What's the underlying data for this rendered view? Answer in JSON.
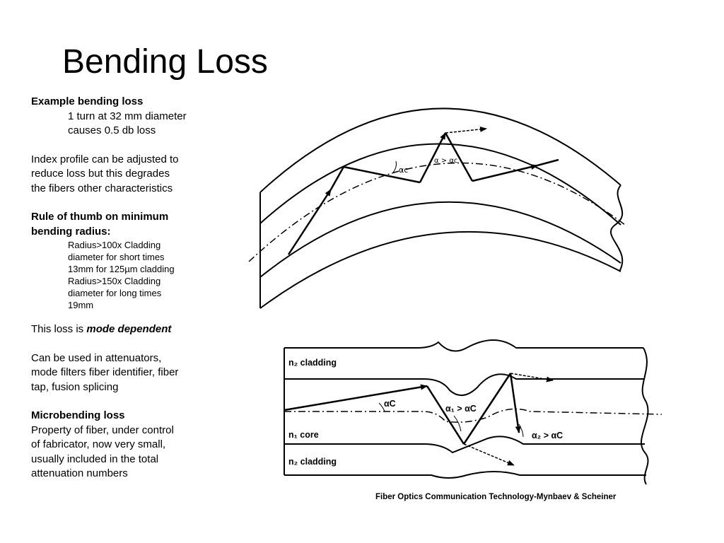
{
  "title": "Bending Loss",
  "example": {
    "heading": "Example bending loss",
    "line1": "1 turn at 32 mm diameter",
    "line2": "causes 0.5 db loss"
  },
  "index_profile": [
    "Index profile can be adjusted to",
    "reduce loss but this degrades",
    "the fibers other characteristics"
  ],
  "rule": {
    "heading1": "Rule of thumb on minimum",
    "heading2": "bending radius:",
    "items": [
      "Radius>100x Cladding",
      "diameter for short times",
      "13mm for 125µm cladding",
      "Radius>150x Cladding",
      "diameter for long times",
      "19mm"
    ]
  },
  "mode": {
    "prefix": "This loss is ",
    "emphasis": "mode dependent"
  },
  "uses": [
    "Can be used in attenuators,",
    "mode filters fiber identifier, fiber",
    "tap, fusion splicing"
  ],
  "microbending": {
    "heading": "Microbending loss",
    "lines": [
      "Property of fiber, under control",
      "of fabricator, now very small,",
      "usually included in the total",
      "attenuation numbers"
    ]
  },
  "figure1": {
    "angle_label": "αc",
    "compare_label": "α > αc"
  },
  "figure2": {
    "n2_top": "n₂ cladding",
    "n1_core": "n₁ core",
    "n2_bottom": "n₂ cladding",
    "alpha_c": "αC",
    "a1_label": "α₁ > αC",
    "a2_label": "α₂ > αC"
  },
  "credit": "Fiber Optics Communication Technology-Mynbaev & Scheiner"
}
